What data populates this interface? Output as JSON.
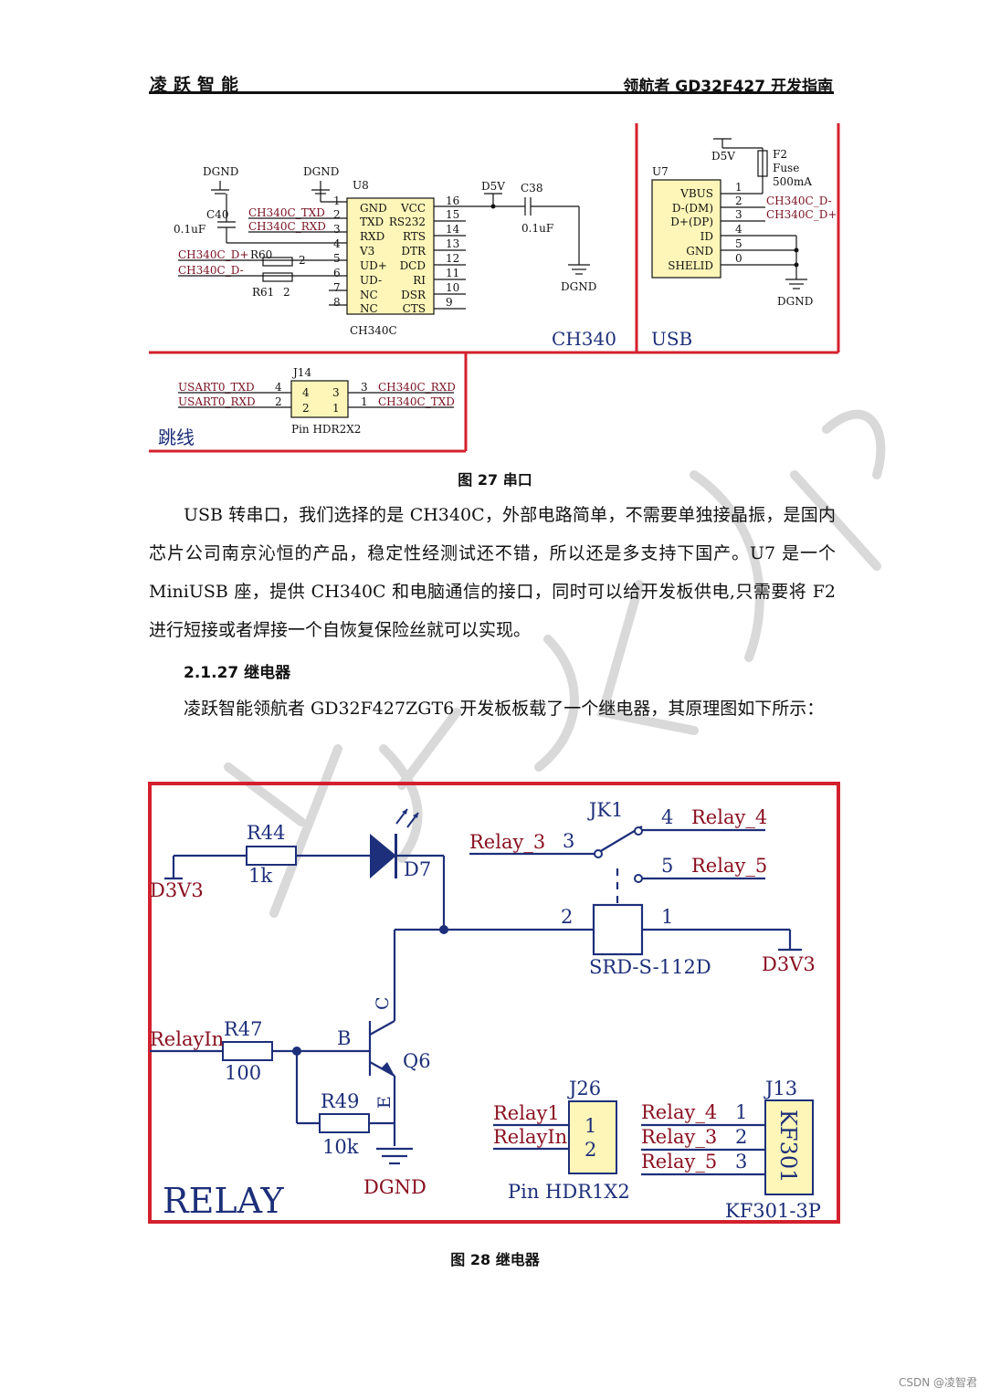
{
  "header": {
    "left": "凌跃智能",
    "right": "领航者 GD32F427 开发指南"
  },
  "fig27": {
    "caption": "图 27  串口",
    "ch340": {
      "block_label": "CH340",
      "u8_ref": "U8",
      "u8_name": "CH340C",
      "dgnd": "DGND",
      "d5v": "D5V",
      "c40_ref": "C40",
      "c40_val": "0.1uF",
      "c38_ref": "C38",
      "c38_val": "0.1uF",
      "r60": "R60",
      "r61": "R61",
      "r_pin": "2",
      "left_pins": [
        "GND",
        "TXD",
        "RXD",
        "V3",
        "UD+",
        "UD-",
        "NC",
        "NC"
      ],
      "left_nums": [
        "1",
        "2",
        "3",
        "4",
        "5",
        "6",
        "7",
        "8"
      ],
      "right_pins": [
        "VCC",
        "RS232",
        "RTS",
        "DTR",
        "DCD",
        "RI",
        "DSR",
        "CTS"
      ],
      "right_nums": [
        "16",
        "15",
        "14",
        "13",
        "12",
        "11",
        "10",
        "9"
      ],
      "nets": [
        "CH340C_TXD",
        "CH340C_RXD",
        "CH340C_D+",
        "CH340C_D-"
      ]
    },
    "usb": {
      "block_label": "USB",
      "u7_ref": "U7",
      "d5v": "D5V",
      "dgnd": "DGND",
      "fuse_ref": "F2",
      "fuse_name": "Fuse",
      "fuse_val": "500mA",
      "pins": [
        "VBUS",
        "D-(DM)",
        "D+(DP)",
        "ID",
        "GND",
        "SHELID"
      ],
      "nums": [
        "1",
        "2",
        "3",
        "4",
        "5",
        "0"
      ],
      "nets": [
        "CH340C_D-",
        "CH340C_D+"
      ]
    },
    "jumper": {
      "block_label": "跳线",
      "ref": "J14",
      "name": "Pin HDR2X2",
      "left_nets": [
        "USART0_TXD",
        "USART0_RXD"
      ],
      "left_nums": [
        "4",
        "2"
      ],
      "right_nums": [
        "3",
        "1"
      ],
      "right_nets": [
        "CH340C_RXD",
        "CH340C_TXD"
      ],
      "inner": [
        "4",
        "3",
        "2",
        "1"
      ]
    }
  },
  "body": {
    "paragraph1": "USB 转串口，我们选择的是 CH340C，外部电路简单，不需要单独接晶振，是国内芯片公司南京沁恒的产品，稳定性经测试还不错，所以还是多支持下国产。U7 是一个 MiniUSB 座，提供 CH340C 和电脑通信的接口，同时可以给开发板供电,只需要将 F2 进行短接或者焊接一个自恢复保险丝就可以实现。",
    "section_title": "2.1.27  继电器",
    "paragraph2": "凌跃智能领航者 GD32F427ZGT6 开发板板载了一个继电器，其原理图如下所示："
  },
  "fig28": {
    "caption": "图 28  继电器",
    "block_label": "RELAY",
    "r44": "R44",
    "r44_val": "1k",
    "r47": "R47",
    "r47_val": "100",
    "r49": "R49",
    "r49_val": "10k",
    "d7": "D7",
    "q6": "Q6",
    "pin_b": "B",
    "pin_c": "C",
    "pin_e": "E",
    "d3v3": "D3V3",
    "dgnd": "DGND",
    "relay_in": "RelayIn",
    "jk1": "JK1",
    "jk1_part": "SRD-S-112D",
    "relay_3": "Relay_3",
    "relay_4": "Relay_4",
    "relay_5": "Relay_5",
    "num_1": "1",
    "num_2": "2",
    "num_3": "3",
    "num_4": "4",
    "num_5": "5",
    "j26": "J26",
    "j26_name": "Pin HDR1X2",
    "j26_nets": [
      "Relay1",
      "RelayIn"
    ],
    "j13": "J13",
    "j13_name": "KF301-3P",
    "j13_body": "KF301",
    "j13_nets": [
      "Relay_4",
      "Relay_3",
      "Relay_5"
    ]
  },
  "footer": "CSDN @凌智君"
}
